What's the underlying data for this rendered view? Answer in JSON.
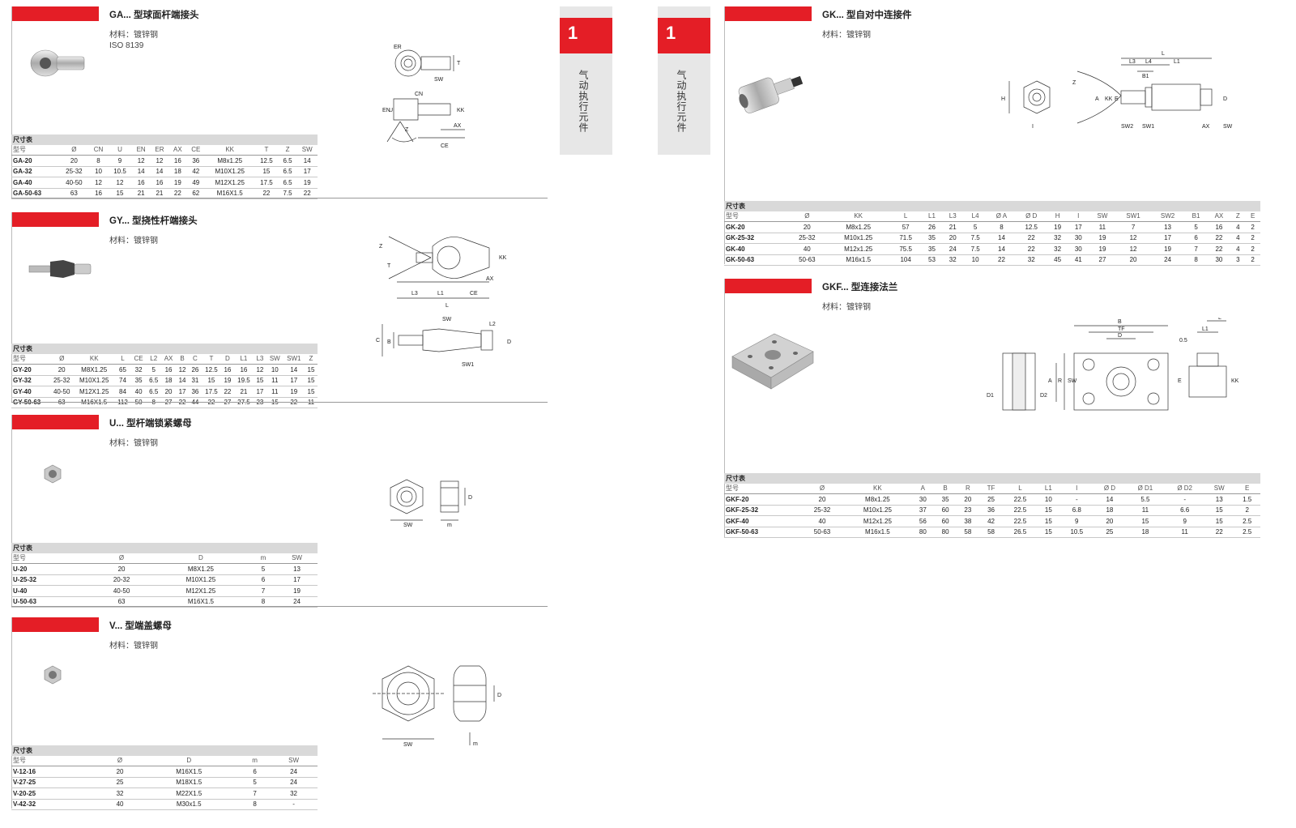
{
  "tab_label": "气动执行元件",
  "tab_number": "1",
  "table_caption": "尺寸表",
  "sections": {
    "ga": {
      "title": "GA... 型球面杆端接头",
      "material": "材料：镀锌钢",
      "standard": "ISO 8139",
      "headers": [
        "型号",
        "Ø",
        "CN",
        "U",
        "EN",
        "ER",
        "AX",
        "CE",
        "KK",
        "T",
        "Z",
        "SW"
      ],
      "rows": [
        [
          "GA-20",
          "20",
          "8",
          "9",
          "12",
          "12",
          "16",
          "36",
          "M8x1.25",
          "12.5",
          "6.5",
          "14"
        ],
        [
          "GA-32",
          "25-32",
          "10",
          "10.5",
          "14",
          "14",
          "18",
          "42",
          "M10X1.25",
          "15",
          "6.5",
          "17"
        ],
        [
          "GA-40",
          "40-50",
          "12",
          "12",
          "16",
          "16",
          "19",
          "49",
          "M12X1.25",
          "17.5",
          "6.5",
          "19"
        ],
        [
          "GA-50-63",
          "63",
          "16",
          "15",
          "21",
          "21",
          "22",
          "62",
          "M16X1.5",
          "22",
          "7.5",
          "22"
        ]
      ],
      "drawing_labels": [
        "ER",
        "SW",
        "T",
        "CN",
        "EN",
        "U",
        "KK",
        "Z",
        "AX",
        "CE"
      ]
    },
    "gy": {
      "title": "GY... 型挠性杆端接头",
      "material": "材料：镀锌钢",
      "headers": [
        "型号",
        "Ø",
        "KK",
        "L",
        "CE",
        "L2",
        "AX",
        "B",
        "C",
        "T",
        "D",
        "L1",
        "L3",
        "SW",
        "SW1",
        "Z"
      ],
      "rows": [
        [
          "GY-20",
          "20",
          "M8X1.25",
          "65",
          "32",
          "5",
          "16",
          "12",
          "26",
          "12.5",
          "16",
          "16",
          "12",
          "10",
          "14",
          "15"
        ],
        [
          "GY-32",
          "25-32",
          "M10X1.25",
          "74",
          "35",
          "6.5",
          "18",
          "14",
          "31",
          "15",
          "19",
          "19.5",
          "15",
          "11",
          "17",
          "15"
        ],
        [
          "GY-40",
          "40-50",
          "M12X1.25",
          "84",
          "40",
          "6.5",
          "20",
          "17",
          "36",
          "17.5",
          "22",
          "21",
          "17",
          "11",
          "19",
          "15"
        ],
        [
          "GY-50-63",
          "63",
          "M16X1.5",
          "112",
          "50",
          "8",
          "27",
          "22",
          "44",
          "22",
          "27",
          "27.5",
          "23",
          "15",
          "22",
          "11"
        ]
      ],
      "drawing_labels": [
        "Z",
        "T",
        "L3",
        "L1",
        "CE",
        "AX",
        "KK",
        "L",
        "SW",
        "L2",
        "C",
        "B",
        "D",
        "SW1"
      ]
    },
    "u": {
      "title": "U... 型杆端锁紧螺母",
      "material": "材料：镀锌钢",
      "headers": [
        "型号",
        "Ø",
        "D",
        "m",
        "SW"
      ],
      "rows": [
        [
          "U-20",
          "20",
          "M8X1.25",
          "5",
          "13"
        ],
        [
          "U-25-32",
          "20-32",
          "M10X1.25",
          "6",
          "17"
        ],
        [
          "U-40",
          "40-50",
          "M12X1.25",
          "7",
          "19"
        ],
        [
          "U-50-63",
          "63",
          "M16X1.5",
          "8",
          "24"
        ]
      ],
      "drawing_labels": [
        "SW",
        "D",
        "m"
      ]
    },
    "v": {
      "title": "V... 型端盖螺母",
      "material": "材料：镀锌钢",
      "headers": [
        "型号",
        "Ø",
        "D",
        "m",
        "SW"
      ],
      "rows": [
        [
          "V-12-16",
          "20",
          "M16X1.5",
          "6",
          "24"
        ],
        [
          "V-27-25",
          "25",
          "M18X1.5",
          "5",
          "24"
        ],
        [
          "V-20-25",
          "32",
          "M22X1.5",
          "7",
          "32"
        ],
        [
          "V-42-32",
          "40",
          "M30x1.5",
          "8",
          "-"
        ]
      ],
      "drawing_labels": [
        "SW",
        "D",
        "m"
      ]
    },
    "gk": {
      "title": "GK... 型自对中连接件",
      "material": "材料：镀锌钢",
      "headers": [
        "型号",
        "Ø",
        "KK",
        "L",
        "L1",
        "L3",
        "L4",
        "Ø A",
        "Ø D",
        "H",
        "I",
        "SW",
        "SW1",
        "SW2",
        "B1",
        "AX",
        "Z",
        "E"
      ],
      "rows": [
        [
          "GK-20",
          "20",
          "M8x1.25",
          "57",
          "26",
          "21",
          "5",
          "8",
          "12.5",
          "19",
          "17",
          "11",
          "7",
          "13",
          "5",
          "16",
          "4",
          "2"
        ],
        [
          "GK-25-32",
          "25-32",
          "M10x1.25",
          "71.5",
          "35",
          "20",
          "7.5",
          "14",
          "22",
          "32",
          "30",
          "19",
          "12",
          "17",
          "6",
          "22",
          "4",
          "2"
        ],
        [
          "GK-40",
          "40",
          "M12x1.25",
          "75.5",
          "35",
          "24",
          "7.5",
          "14",
          "22",
          "32",
          "30",
          "19",
          "12",
          "19",
          "7",
          "22",
          "4",
          "2"
        ],
        [
          "GK-50-63",
          "50-63",
          "M16x1.5",
          "104",
          "53",
          "32",
          "10",
          "22",
          "32",
          "45",
          "41",
          "27",
          "20",
          "24",
          "8",
          "30",
          "3",
          "2"
        ]
      ],
      "drawing_labels": [
        "L",
        "L3",
        "L4",
        "L1",
        "B1",
        "H",
        "Z",
        "A",
        "KK",
        "E",
        "D",
        "I",
        "SW2",
        "SW1",
        "AX",
        "SW"
      ]
    },
    "gkf": {
      "title": "GKF... 型连接法兰",
      "material": "材料：镀锌钢",
      "headers": [
        "型号",
        "Ø",
        "KK",
        "A",
        "B",
        "R",
        "TF",
        "L",
        "L1",
        "I",
        "Ø D",
        "Ø D1",
        "Ø D2",
        "SW",
        "E"
      ],
      "rows": [
        [
          "GKF-20",
          "20",
          "M8x1.25",
          "30",
          "35",
          "20",
          "25",
          "22.5",
          "10",
          "-",
          "14",
          "5.5",
          "-",
          "13",
          "1.5"
        ],
        [
          "GKF-25-32",
          "25-32",
          "M10x1.25",
          "37",
          "60",
          "23",
          "36",
          "22.5",
          "15",
          "6.8",
          "18",
          "11",
          "6.6",
          "15",
          "2"
        ],
        [
          "GKF-40",
          "40",
          "M12x1.25",
          "56",
          "60",
          "38",
          "42",
          "22.5",
          "15",
          "9",
          "20",
          "15",
          "9",
          "15",
          "2.5"
        ],
        [
          "GKF-50-63",
          "50-63",
          "M16x1.5",
          "80",
          "80",
          "58",
          "58",
          "26.5",
          "15",
          "10.5",
          "25",
          "18",
          "11",
          "22",
          "2.5"
        ]
      ],
      "drawing_labels": [
        "B",
        "TF",
        "D",
        "L1",
        "0.5",
        "L",
        "D1",
        "D2",
        "A",
        "R",
        "SW",
        "E",
        "KK"
      ]
    }
  },
  "colors": {
    "accent": "#e41e26",
    "tab_bg": "#e7e7e7",
    "caption_bg": "#d9d9d9"
  }
}
